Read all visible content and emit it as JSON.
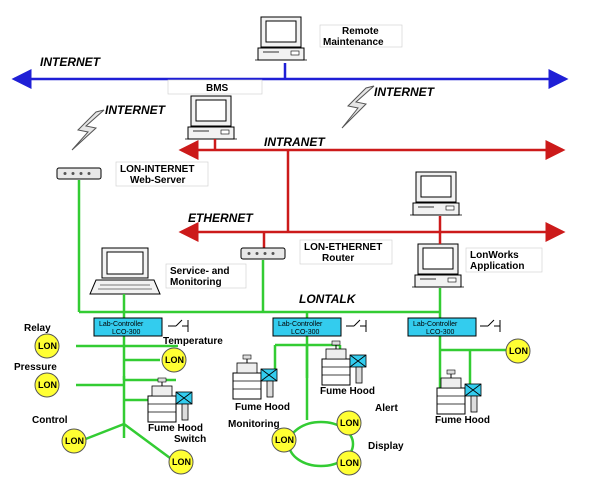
{
  "networks": {
    "internet_top": "INTERNET",
    "internet_left": "INTERNET",
    "internet_right": "INTERNET",
    "intranet": "INTRANET",
    "ethernet": "ETHERNET",
    "lontalk": "LONTALK"
  },
  "devices": {
    "remote_line1": "Remote",
    "remote_line2": "Maintenance",
    "bms": "BMS",
    "webserver_line1": "LON-INTERNET",
    "webserver_line2": "Web-Server",
    "router_line1": "LON-ETHERNET",
    "router_line2": "Router",
    "lonworks_line1": "LonWorks",
    "lonworks_line2": "Application",
    "service_line1": "Service- and",
    "service_line2": "Monitoring"
  },
  "controllers": {
    "line1": "Lab-Controller",
    "line2": "LCO-300"
  },
  "lon_label": "LON",
  "labels": {
    "relay": "Relay",
    "temperature": "Temperature",
    "pressure": "Pressure",
    "control": "Control",
    "switch": "Switch",
    "fume_hood": "Fume Hood",
    "alert": "Alert",
    "monitoring": "Monitoring",
    "display": "Display"
  },
  "colors": {
    "internet": "#1f1fd6",
    "intranet": "#cc1a1a",
    "lontalk": "#33cc33",
    "lon_node": "#ffff33",
    "controller": "#33ccee"
  }
}
